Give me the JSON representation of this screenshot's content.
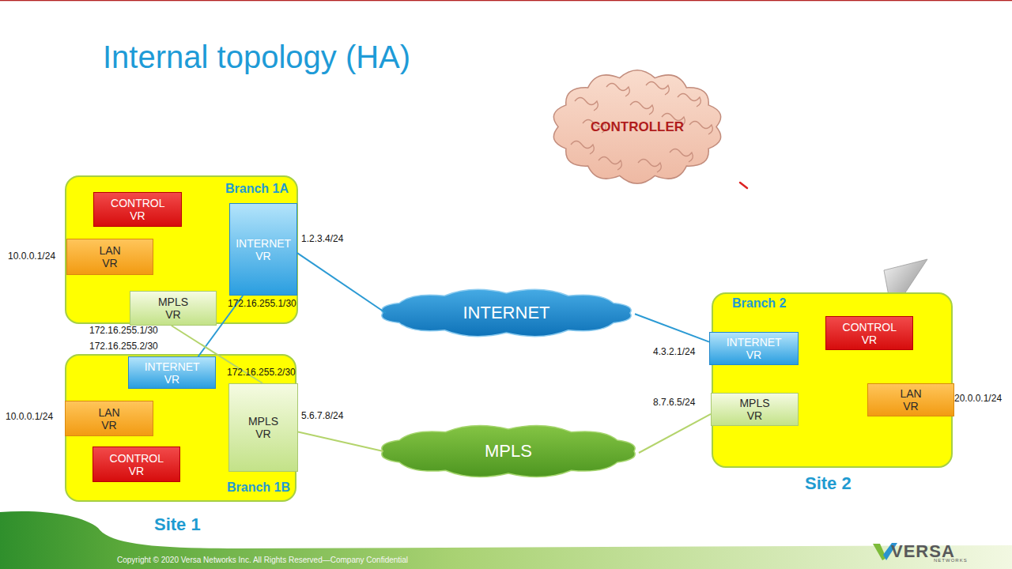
{
  "diagram": {
    "title": "Internal topology (HA)",
    "nodes": [
      {
        "text": [
          "CONTROLLER"
        ]
      },
      {
        "text": [
          "Branch 1A"
        ]
      },
      {
        "text": [
          "CONTROL VR"
        ],
        "in": 1
      },
      {
        "text": [
          "LAN VR"
        ],
        "in": 1
      },
      {
        "text": [
          "INTERNET VR"
        ],
        "in": 1
      },
      {
        "text": [
          "MPLS VR"
        ],
        "in": 1
      },
      {
        "text": [
          "INTERNET"
        ]
      },
      {
        "text": [
          "Branch 2"
        ]
      },
      {
        "text": [
          "INTERNET VR"
        ],
        "in": 7
      },
      {
        "text": [
          "CONTROL VR"
        ],
        "in": 7
      },
      {
        "text": [
          "MPLS VR"
        ],
        "in": 7
      },
      {
        "text": [
          "LAN VR"
        ],
        "in": 7
      },
      {
        "text": [
          "Branch 1B"
        ]
      },
      {
        "text": [
          "INTERNET VR"
        ],
        "in": 12
      },
      {
        "text": [
          "MPLS VR"
        ],
        "in": 12
      },
      {
        "text": [
          "LAN VR"
        ],
        "in": 12
      },
      {
        "text": [
          "CONTROL VR"
        ],
        "in": 12
      },
      {
        "text": [
          "MPLS"
        ]
      }
    ],
    "edges": [
      {
        "from": 4,
        "to": 6,
        "arrow": "none"
      },
      {
        "from": 6,
        "to": 8,
        "arrow": "none"
      },
      {
        "from": 4,
        "to": 13,
        "arrow": "none"
      },
      {
        "from": 5,
        "to": 14,
        "arrow": "none"
      },
      {
        "from": 14,
        "to": 17,
        "arrow": "none"
      },
      {
        "from": 17,
        "to": 10,
        "arrow": "none"
      }
    ],
    "labels": [
      "10.0.0.1/24",
      "1.2.3.4/24",
      "172.16.255.1/30",
      "172.16.255.1/30",
      "172.16.255.2/30",
      "172.16.255.2/30",
      "10.0.0.1/24",
      "5.6.7.8/24",
      "4.3.2.1/24",
      "8.7.6.5/24",
      "20.0.0.1/24",
      "Site 1",
      "Site 2",
      "Copyright © 2020 Versa Networks Inc. All Rights Reserved—Company Confidential",
      "VERSA",
      "NETWORKS"
    ]
  }
}
